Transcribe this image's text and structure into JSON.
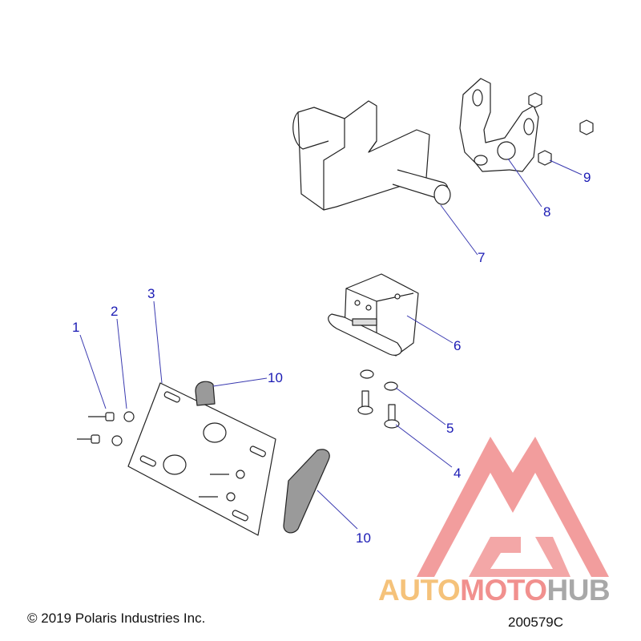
{
  "callouts": {
    "c1": "1",
    "c2": "2",
    "c3": "3",
    "c4": "4",
    "c5": "5",
    "c6": "6",
    "c7": "7",
    "c8": "8",
    "c9": "9",
    "c10a": "10",
    "c10b": "10"
  },
  "footer": {
    "copyright": "© 2019 Polaris Industries Inc.",
    "diagram_id": "200579C"
  },
  "watermark": {
    "word_auto": "AUTO",
    "word_moto": "MOTO",
    "word_hub": "HUB",
    "colors": {
      "auto": "#f5c27a",
      "moto": "#f1908e",
      "hub": "#a8a8a8"
    }
  },
  "colors": {
    "callout": "#1a1ab4",
    "part_stroke": "#222222",
    "leader": "#3a3ab0"
  }
}
